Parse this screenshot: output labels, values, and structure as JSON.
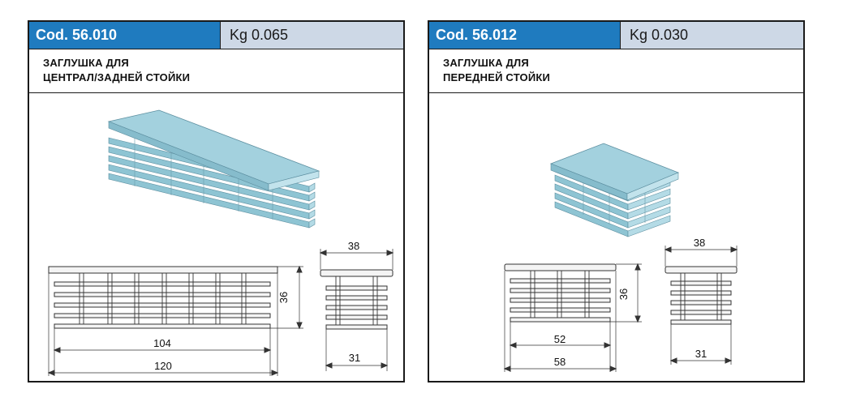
{
  "cards": [
    {
      "code": "Cod. 56.010",
      "weight": "Kg 0.065",
      "desc_line1": "ЗАГЛУШКА ДЛЯ",
      "desc_line2": "ЦЕНТРАЛ/ЗАДНЕЙ СТОЙКИ",
      "dims": {
        "height": "36",
        "inner_length": "104",
        "total_length": "120",
        "cap_width": "38",
        "body_width": "31"
      }
    },
    {
      "code": "Cod. 56.012",
      "weight": "Kg 0.030",
      "desc_line1": "ЗАГЛУШКА ДЛЯ",
      "desc_line2": "ПЕРЕДНЕЙ СТОЙКИ",
      "dims": {
        "height": "36",
        "inner_length": "52",
        "total_length": "58",
        "cap_width": "38",
        "body_width": "31"
      }
    }
  ],
  "colors": {
    "code_bg": "#1f7bbf",
    "weight_bg": "#cdd8e6",
    "product": "#9fcfdc"
  }
}
